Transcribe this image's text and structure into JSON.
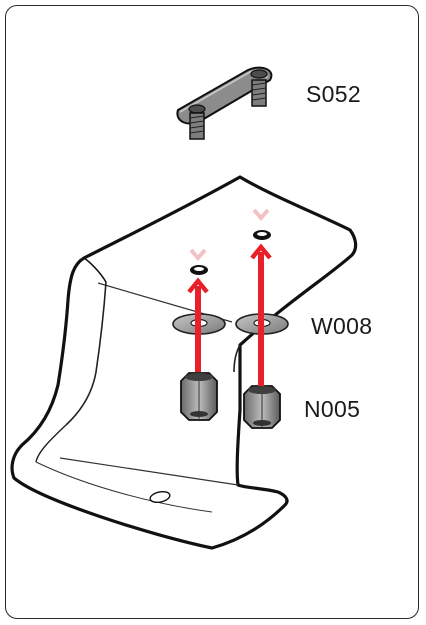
{
  "parts": {
    "screw_plate_label": "S052",
    "washer_label": "W008",
    "nut_label": "N005"
  },
  "colors": {
    "arrow": "#e8202a",
    "arrow_faded": "#f4b4b8",
    "outline": "#111111",
    "part_fill": "#9a9a9a",
    "part_dark": "#5a5a5a"
  }
}
